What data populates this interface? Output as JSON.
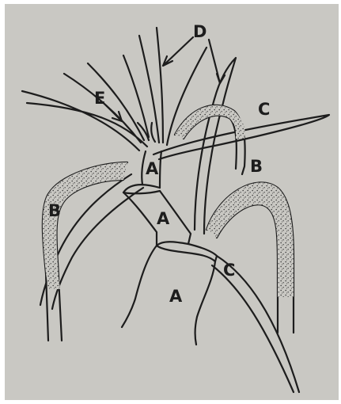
{
  "figure": {
    "labels": {
      "A": "A",
      "B": "B",
      "C": "C",
      "D": "D",
      "E": "E"
    },
    "colors": {
      "paper": "#c9c8c3",
      "ink": "#1d1d1d",
      "stipple": "#3b3b3b",
      "border": "#ffffff"
    }
  }
}
